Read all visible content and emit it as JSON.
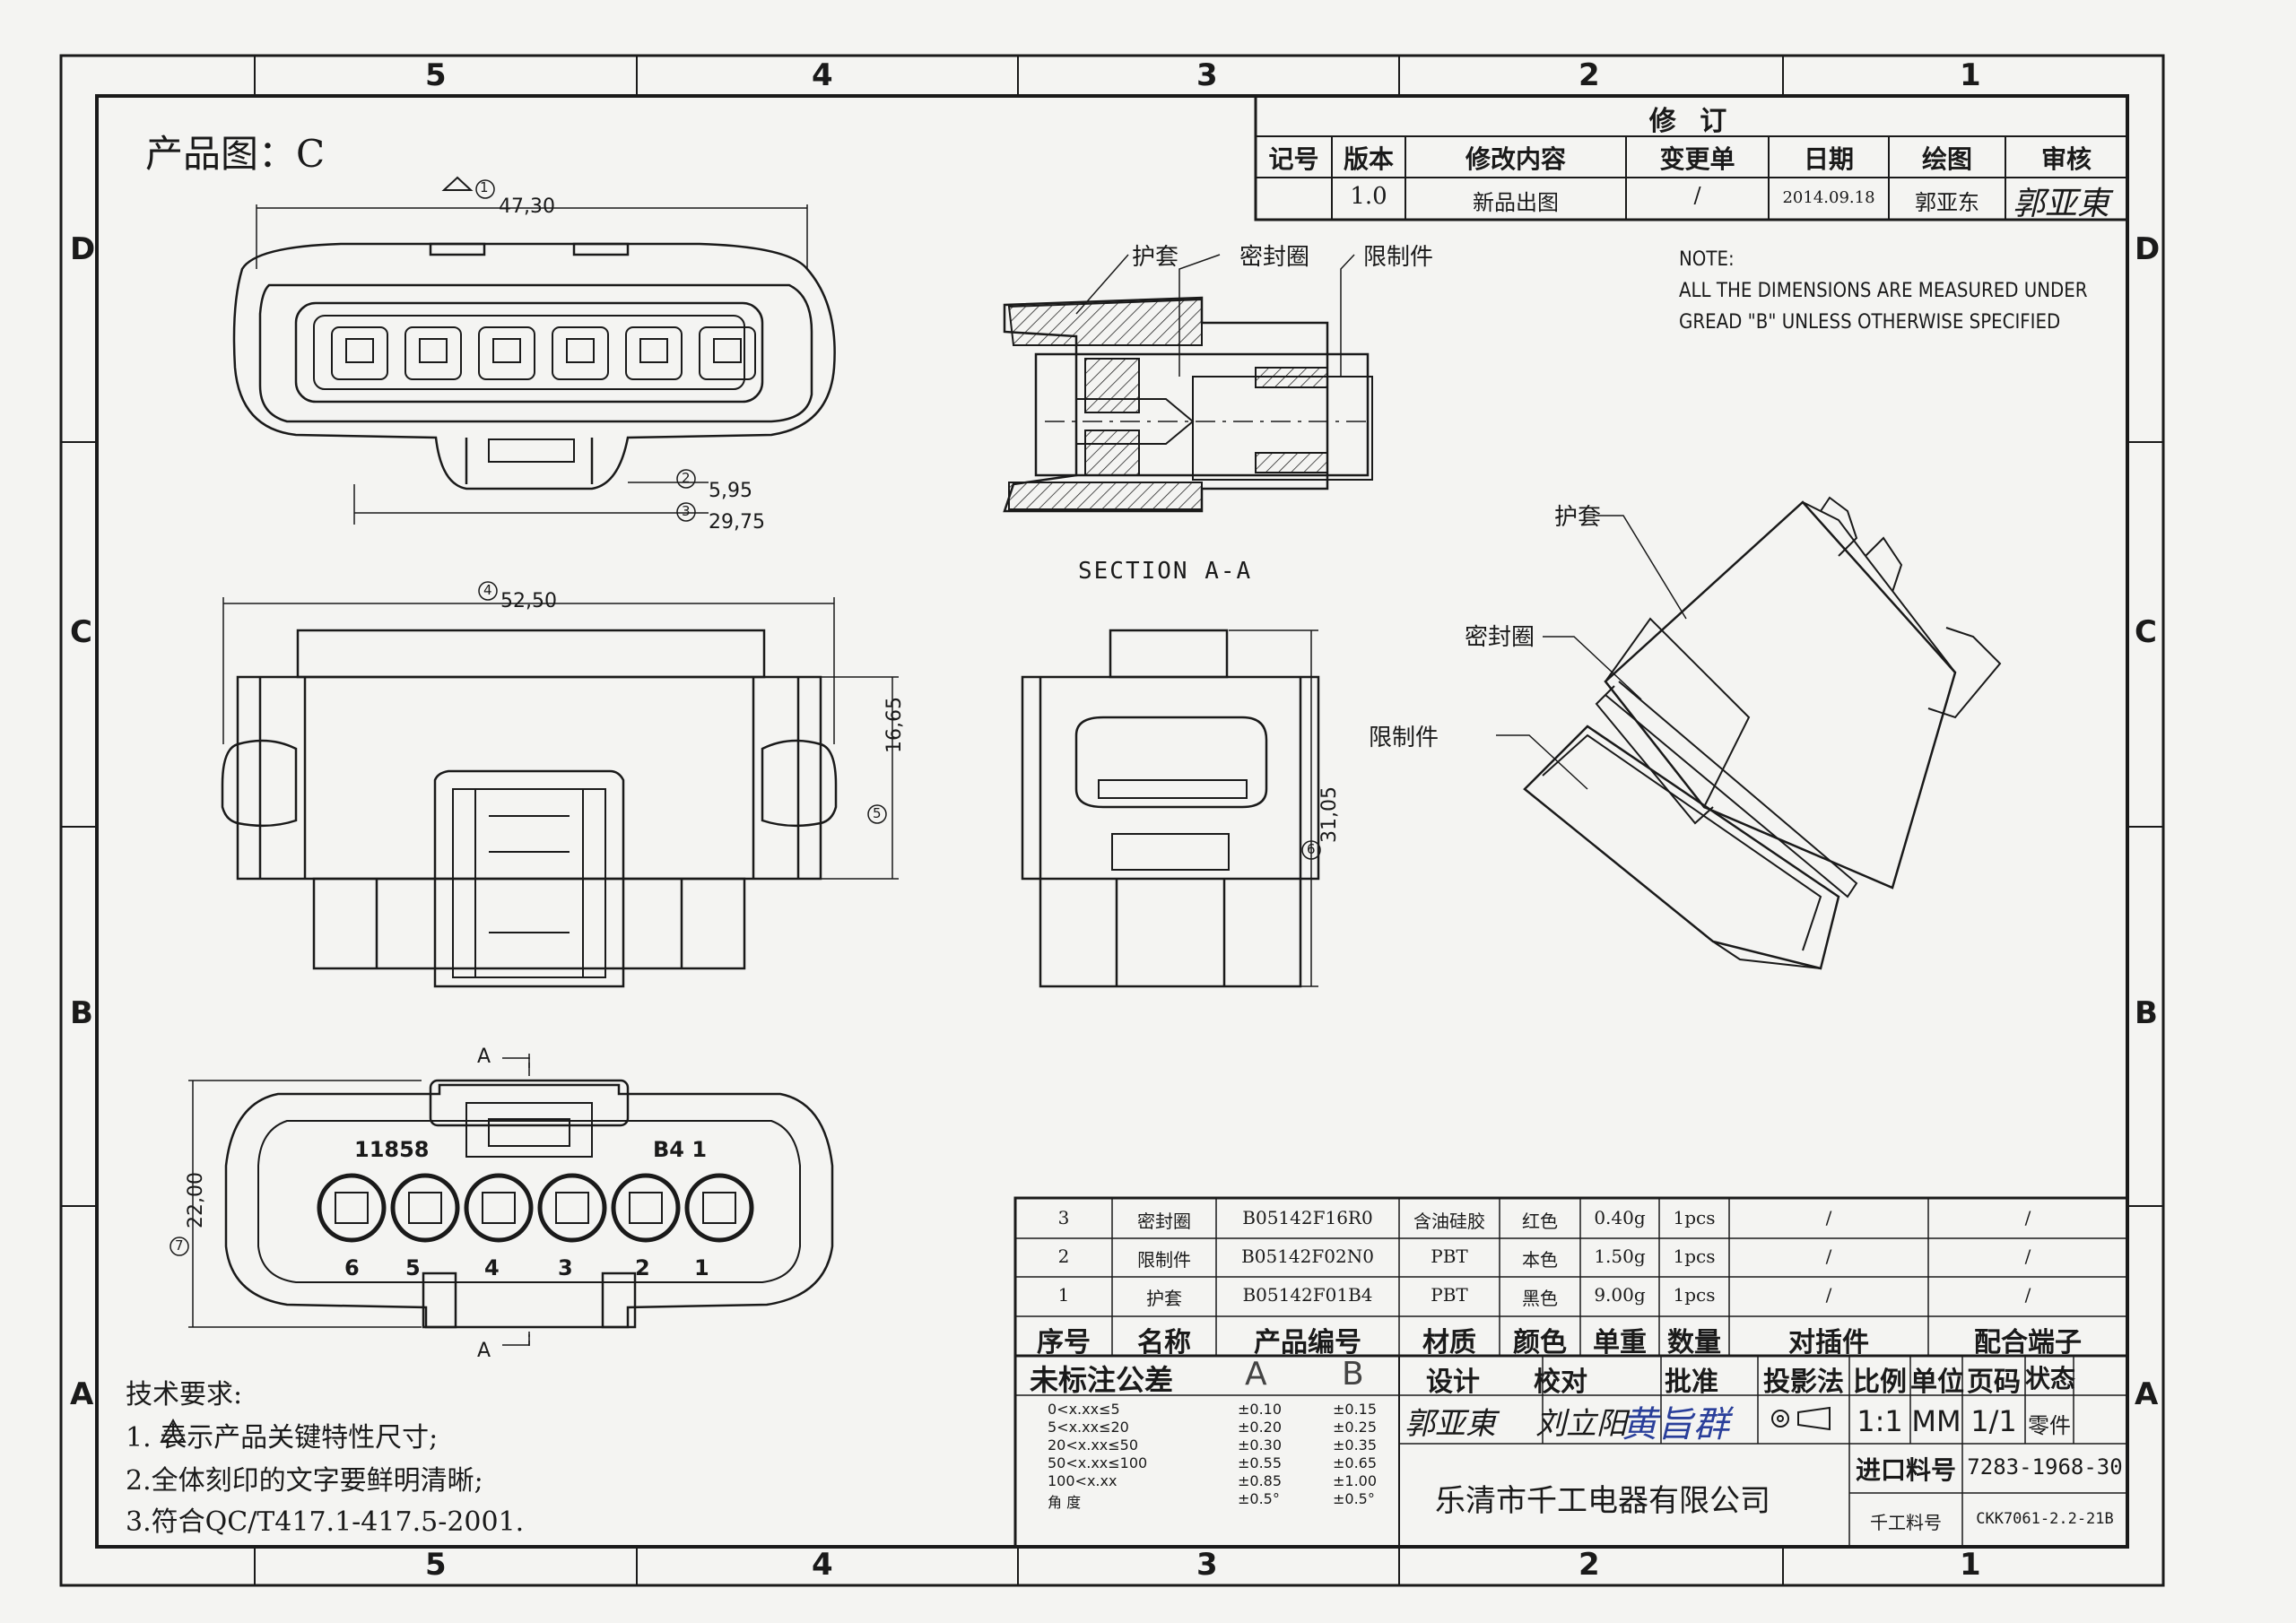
{
  "drawing_title": "产品图：C",
  "zones": {
    "columns": [
      "5",
      "4",
      "3",
      "2",
      "1"
    ],
    "rows": [
      "D",
      "C",
      "B",
      "A"
    ]
  },
  "revision_block": {
    "title": "修    订",
    "headers": [
      "记号",
      "版本",
      "修改内容",
      "变更单",
      "日期",
      "绘图",
      "审核"
    ],
    "row": {
      "mark": "",
      "version": "1.0",
      "content": "新品出图",
      "change_order": "/",
      "date": "2014.09.18",
      "drafter": "郭亚东",
      "checker_signature": "郭亚東"
    }
  },
  "note": {
    "heading": "NOTE:",
    "lines": [
      "ALL THE DIMENSIONS ARE MEASURED UNDER",
      "GREAD \"B\" UNLESS OTHERWISE SPECIFIED"
    ]
  },
  "dimensions": {
    "d1": "47,30",
    "d2": "5,95",
    "d3": "29,75",
    "d4": "52,50",
    "d5": "16,65",
    "d6": "31,05",
    "d7": "22,00"
  },
  "balloons": {
    "b1": "1",
    "b2": "2",
    "b3": "3",
    "b4": "4",
    "b5": "5",
    "b6": "6",
    "b7": "7"
  },
  "section": {
    "label": "SECTION A-A",
    "section_marker": "A",
    "callouts": [
      "护套",
      "密封圈",
      "限制件"
    ]
  },
  "iso_callouts": [
    "护套",
    "密封圈",
    "限制件"
  ],
  "connector_face": {
    "mark_left": "11858",
    "mark_right": "B4 1",
    "pins": [
      "6",
      "5",
      "4",
      "3",
      "2",
      "1"
    ]
  },
  "bom": {
    "headers": [
      "序号",
      "名称",
      "产品编号",
      "材质",
      "颜色",
      "单重",
      "数量",
      "对插件",
      "配合端子"
    ],
    "rows": [
      {
        "no": "3",
        "name": "密封圈",
        "code": "B05142F16R0",
        "material": "含油硅胶",
        "color": "红色",
        "weight": "0.40g",
        "qty": "1pcs",
        "mate": "/",
        "terminal": "/"
      },
      {
        "no": "2",
        "name": "限制件",
        "code": "B05142F02N0",
        "material": "PBT",
        "color": "本色",
        "weight": "1.50g",
        "qty": "1pcs",
        "mate": "/",
        "terminal": "/"
      },
      {
        "no": "1",
        "name": "护套",
        "code": "B05142F01B4",
        "material": "PBT",
        "color": "黑色",
        "weight": "9.00g",
        "qty": "1pcs",
        "mate": "/",
        "terminal": "/"
      }
    ]
  },
  "tolerance": {
    "title": "未标注公差",
    "col_a": "A",
    "col_b": "B",
    "rows": [
      {
        "range": "0<x.xx≤5",
        "a": "±0.10",
        "b": "±0.15"
      },
      {
        "range": "5<x.xx≤20",
        "a": "±0.20",
        "b": "±0.25"
      },
      {
        "range": "20<x.xx≤50",
        "a": "±0.30",
        "b": "±0.35"
      },
      {
        "range": "50<x.xx≤100",
        "a": "±0.55",
        "b": "±0.65"
      },
      {
        "range": "100<x.xx",
        "a": "±0.85",
        "b": "±1.00"
      },
      {
        "range": "角 度",
        "a": "±0.5°",
        "b": "±0.5°"
      }
    ]
  },
  "title_block": {
    "design_label": "设计",
    "check_label": "校对",
    "approve_label": "批准",
    "projection_label": "投影法",
    "scale_label": "比例",
    "unit_label": "单位",
    "page_label": "页码",
    "status_label": "状态",
    "designer_sig": "郭亚東",
    "checker_sig": "刘立阳",
    "approver_sig": "黄旨群",
    "scale": "1:1",
    "unit": "MM",
    "page": "1/1",
    "status": "零件",
    "import_label": "进口料号",
    "import_no": "7283-1968-30",
    "company": "乐清市千工电器有限公司",
    "part_label": "千工料号",
    "part_no": "CKK7061-2.2-21B"
  },
  "requirements": {
    "title": "技术要求:",
    "items": [
      "1.      表示产品关键特性尺寸;",
      "2.全体刻印的文字要鲜明清晰;",
      "3.符合QC/T417.1-417.5-2001."
    ]
  }
}
